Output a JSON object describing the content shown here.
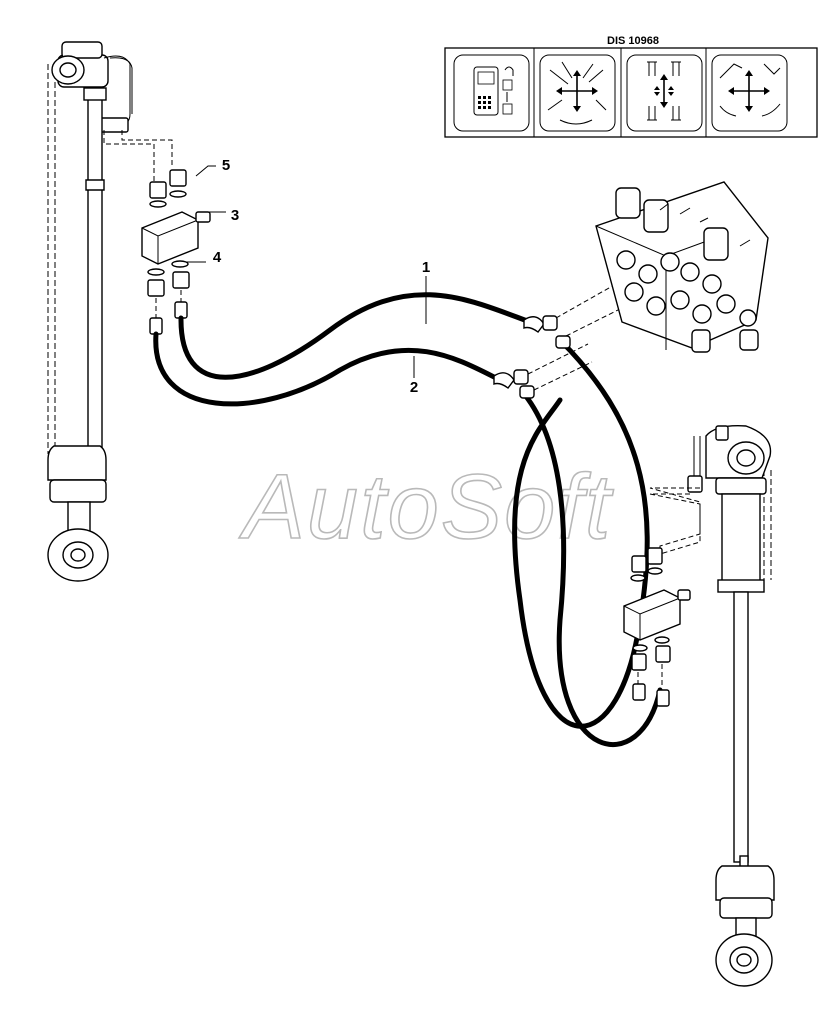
{
  "header": {
    "code": "DIS 10968",
    "panel_icons": [
      "control-unit-icon",
      "machine-movements-icon",
      "lever-directions-icon",
      "boom-arm-icon"
    ]
  },
  "watermark": {
    "text": "AutoSoft"
  },
  "callouts": [
    {
      "number": "1"
    },
    {
      "number": "2"
    },
    {
      "number": "3"
    },
    {
      "number": "4"
    },
    {
      "number": "5"
    }
  ]
}
